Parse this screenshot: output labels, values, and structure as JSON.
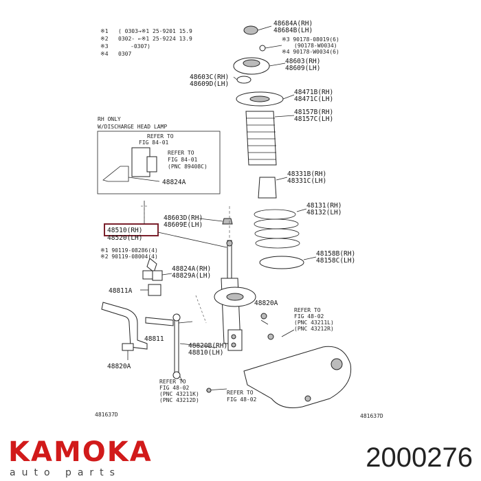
{
  "legend": [
    {
      "mark": "※1",
      "text": "( 0303→※1 25·9201 15.9"
    },
    {
      "mark": "※2",
      "text": "0302- ←※1 25·9224 13.9"
    },
    {
      "mark": "※3",
      "text": "-0307)"
    },
    {
      "mark": "※4",
      "text": "0307"
    }
  ],
  "inset": {
    "title_line1": "RH ONLY",
    "title_line2": "W/DISCHARGE HEAD LAMP",
    "refer1": [
      "REFER TO",
      "FIG 84-01"
    ],
    "refer2": [
      "REFER TO",
      "FIG 84-01",
      "(PNC 89408C)"
    ],
    "part": "48824A"
  },
  "labels": {
    "l_48684": [
      "48684A(RH)",
      "48684B(LH)"
    ],
    "l_90178": [
      "※3 90178-08019(6)",
      "(90178-W0034)",
      "※4 90178-W0034(6)"
    ],
    "l_48603": [
      "48603(RH)",
      "48609(LH)"
    ],
    "l_48603c": [
      "48603C(RH)",
      "48609D(LH)"
    ],
    "l_48471": [
      "48471B(RH)",
      "48471C(LH)"
    ],
    "l_48157": [
      "48157B(RH)",
      "48157C(LH)"
    ],
    "l_48331": [
      "48331B(RH)",
      "48331C(LH)"
    ],
    "l_48131": [
      "48131(RH)",
      "48132(LH)"
    ],
    "l_48603d": [
      "48603D(RH)",
      "48609E(LH)"
    ],
    "l_48510": [
      "48510(RH)",
      "48520(LH)"
    ],
    "l_90119": [
      "※1 90119-08286(4)",
      "※2 90119-08004(4)"
    ],
    "l_48824a": [
      "48824A(RH)",
      "48829A(LH)"
    ],
    "l_48158": [
      "48158B(RH)",
      "48158C(LH)"
    ],
    "l_48811a": "48811A",
    "l_48820a_r": "48820A",
    "l_refer_r": [
      "REFER TO",
      "FIG 48-02",
      "(PNC 43211L)",
      "(PNC 43212R)"
    ],
    "l_48811": "48811",
    "l_48820b": [
      "48820B(RH)",
      "48810(LH)"
    ],
    "l_48820a_l": "48820A",
    "l_refer_b1": [
      "REFER TO",
      "FIG 48-02",
      "(PNC 43211K)",
      "(PNC 43212D)"
    ],
    "l_refer_b2": [
      "REFER TO",
      "FIG 48-02"
    ],
    "code_left": "481637D",
    "code_right": "481637D"
  },
  "brand": {
    "name": "KAMOKA",
    "subtitle": "auto parts"
  },
  "part_number": "2000276",
  "colors": {
    "brand_red": "#d11a1a",
    "highlight_box": "#7a1f2b"
  }
}
